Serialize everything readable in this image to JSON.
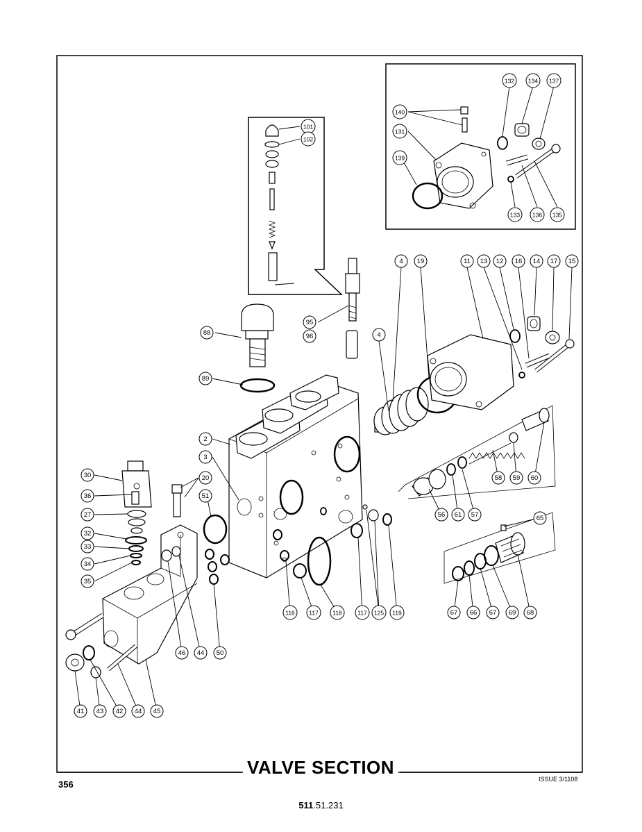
{
  "title": "VALVE SECTION",
  "page_number": "356",
  "issue": "ISSUE 3/1108",
  "part_number": {
    "bold": "511",
    "rest": ".51.231"
  },
  "callouts": [
    {
      "id": "132",
      "label": "132"
    },
    {
      "id": "134",
      "label": "134"
    },
    {
      "id": "137",
      "label": "137"
    },
    {
      "id": "140",
      "label": "140"
    },
    {
      "id": "131",
      "label": "131"
    },
    {
      "id": "139",
      "label": "139"
    },
    {
      "id": "133",
      "label": "133"
    },
    {
      "id": "136",
      "label": "136"
    },
    {
      "id": "135",
      "label": "135"
    },
    {
      "id": "101",
      "label": "101"
    },
    {
      "id": "102",
      "label": "102"
    },
    {
      "id": "4a",
      "label": "4"
    },
    {
      "id": "19",
      "label": "19"
    },
    {
      "id": "11",
      "label": "11"
    },
    {
      "id": "13",
      "label": "13"
    },
    {
      "id": "12",
      "label": "12"
    },
    {
      "id": "16",
      "label": "16"
    },
    {
      "id": "14",
      "label": "14"
    },
    {
      "id": "17",
      "label": "17"
    },
    {
      "id": "15",
      "label": "15"
    },
    {
      "id": "4b",
      "label": "4"
    },
    {
      "id": "95",
      "label": "95"
    },
    {
      "id": "96",
      "label": "96"
    },
    {
      "id": "88",
      "label": "88"
    },
    {
      "id": "89",
      "label": "89"
    },
    {
      "id": "2",
      "label": "2"
    },
    {
      "id": "3",
      "label": "3"
    },
    {
      "id": "30",
      "label": "30"
    },
    {
      "id": "20",
      "label": "20"
    },
    {
      "id": "36",
      "label": "36"
    },
    {
      "id": "51",
      "label": "51"
    },
    {
      "id": "27",
      "label": "27"
    },
    {
      "id": "32",
      "label": "32"
    },
    {
      "id": "33",
      "label": "33"
    },
    {
      "id": "34",
      "label": "34"
    },
    {
      "id": "35",
      "label": "35"
    },
    {
      "id": "58",
      "label": "58"
    },
    {
      "id": "59",
      "label": "59"
    },
    {
      "id": "60",
      "label": "60"
    },
    {
      "id": "56",
      "label": "56"
    },
    {
      "id": "61",
      "label": "61"
    },
    {
      "id": "57",
      "label": "57"
    },
    {
      "id": "65",
      "label": "65"
    },
    {
      "id": "116",
      "label": "116"
    },
    {
      "id": "117a",
      "label": "117"
    },
    {
      "id": "118",
      "label": "118"
    },
    {
      "id": "117b",
      "label": "117"
    },
    {
      "id": "125",
      "label": "125"
    },
    {
      "id": "119",
      "label": "119"
    },
    {
      "id": "67a",
      "label": "67"
    },
    {
      "id": "66",
      "label": "66"
    },
    {
      "id": "67b",
      "label": "67"
    },
    {
      "id": "69",
      "label": "69"
    },
    {
      "id": "68",
      "label": "68"
    },
    {
      "id": "46",
      "label": "46"
    },
    {
      "id": "44a",
      "label": "44"
    },
    {
      "id": "50",
      "label": "50"
    },
    {
      "id": "41",
      "label": "41"
    },
    {
      "id": "43",
      "label": "43"
    },
    {
      "id": "42",
      "label": "42"
    },
    {
      "id": "44b",
      "label": "44"
    },
    {
      "id": "45",
      "label": "45"
    }
  ]
}
